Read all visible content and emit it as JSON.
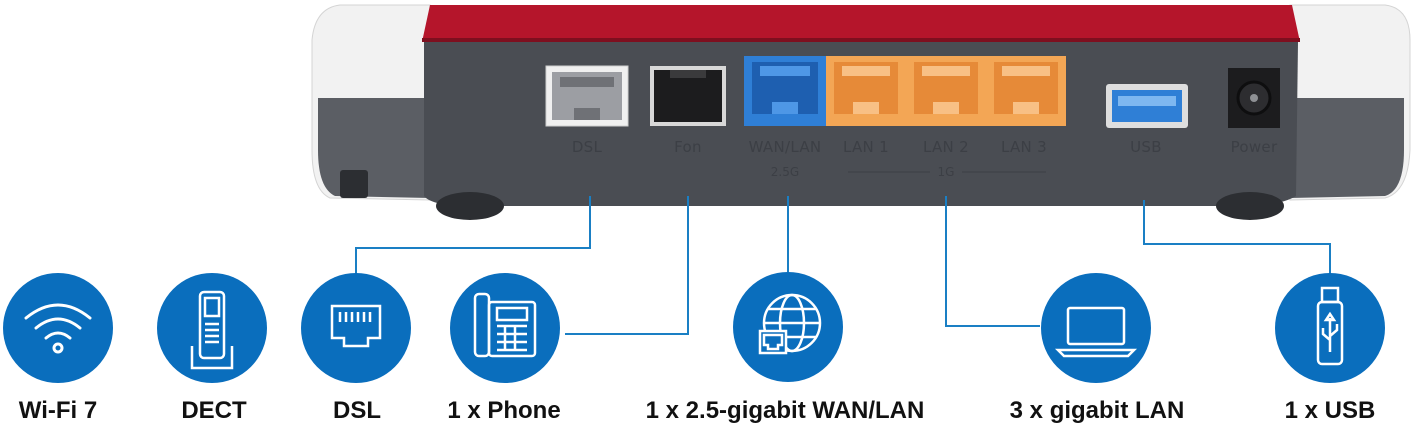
{
  "router": {
    "ports": [
      {
        "id": "dsl",
        "label": "DSL"
      },
      {
        "id": "fon",
        "label": "Fon"
      },
      {
        "id": "wan",
        "label": "WAN/LAN"
      },
      {
        "id": "lan1",
        "label": "LAN 1"
      },
      {
        "id": "lan2",
        "label": "LAN 2"
      },
      {
        "id": "lan3",
        "label": "LAN 3"
      },
      {
        "id": "usb",
        "label": "USB"
      },
      {
        "id": "power",
        "label": "Power"
      }
    ],
    "speed_labels": {
      "wan": "2.5G",
      "lan": "1G"
    }
  },
  "features": [
    {
      "id": "wifi",
      "icon": "wifi-icon",
      "label": "Wi-Fi 7"
    },
    {
      "id": "dect",
      "icon": "dect-handset-icon",
      "label": "DECT"
    },
    {
      "id": "dsl",
      "icon": "ethernet-port-icon",
      "label": "DSL"
    },
    {
      "id": "phone",
      "icon": "desk-phone-icon",
      "label": "1 x Phone"
    },
    {
      "id": "wan",
      "icon": "globe-network-icon",
      "label": "1 x 2.5-gigabit WAN/LAN"
    },
    {
      "id": "lan",
      "icon": "laptop-icon",
      "label": "3 x gigabit LAN"
    },
    {
      "id": "usb",
      "icon": "usb-stick-icon",
      "label": "1 x USB"
    }
  ],
  "colors": {
    "router_red": "#b5152b",
    "router_panel": "#4a4d53",
    "router_white": "#f2f2f2",
    "wan_port": "#2f7fd6",
    "lan_port": "#f3a655",
    "feature_blue": "#0a6ebd",
    "line_blue": "#1a7fc4"
  }
}
